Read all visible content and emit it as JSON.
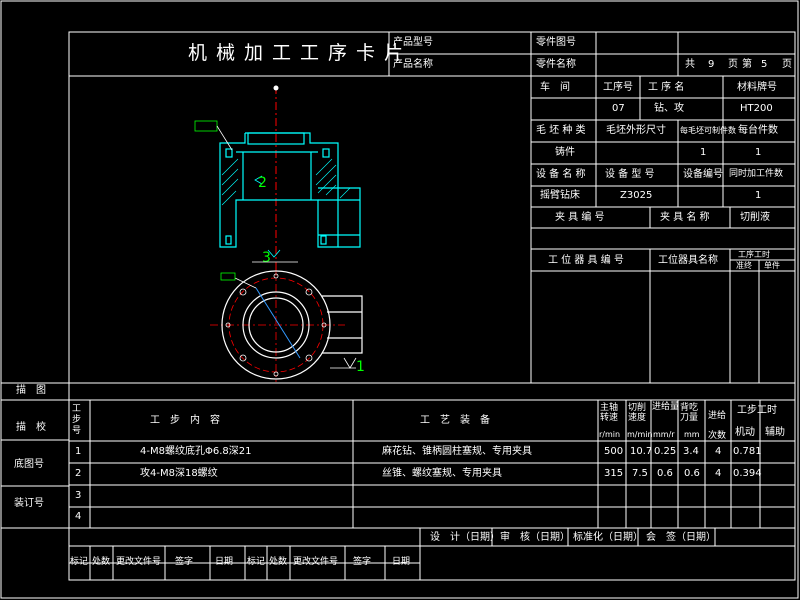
{
  "header": {
    "title": "机械加工工序卡片",
    "product_model_label": "产品型号",
    "product_name_label": "产品名称",
    "part_drawing_label": "零件图号",
    "part_name_label": "零件名称",
    "total_label": "共",
    "total_pages": "9",
    "page_label": "页",
    "sheet_label": "第",
    "sheet_no": "5",
    "sheet_unit": "页"
  },
  "info": {
    "workshop_label": "车　间",
    "op_no_label": "工序号",
    "op_name_label": "工 序 名",
    "material_label": "材料牌号",
    "op_no": "07",
    "op_name": "钻、攻",
    "material": "HT200",
    "blank_type_label": "毛 坯 种 类",
    "blank_size_label": "毛坯外形尺寸",
    "pieces_per_blank_label": "每毛坯可制件数",
    "pieces_per_machine_label": "每台件数",
    "blank_type": "铸件",
    "pieces_per_blank": "1",
    "pieces_per_machine": "1",
    "equip_name_label": "设 备 名 称",
    "equip_model_label": "设 备 型 号",
    "equip_no_label": "设备编号",
    "simul_label": "同时加工件数",
    "equip_name": "摇臂钻床",
    "equip_model": "Z3025",
    "simul": "1",
    "fixture_no_label": "夹 具 编 号",
    "fixture_name_label": "夹 具 名 称",
    "coolant_label": "切削液",
    "station_no_label": "工 位 器 具 编 号",
    "station_name_label": "工位器具名称",
    "op_time_label": "工序工时",
    "quota_label": "准终",
    "unit_label": "单件"
  },
  "drawing": {
    "callout_1": "1",
    "callout_2": "2",
    "callout_3": "3"
  },
  "steps_table": {
    "col_no": "工步号",
    "col_content": "工　步　内　容",
    "col_equipment": "工　艺　装　备",
    "col_speed": "主轴转速",
    "col_speed_unit": "r/min",
    "col_cut_speed": "切削速度",
    "col_cut_speed_unit": "m/min",
    "col_feed": "进给量",
    "col_feed_unit": "mm/r",
    "col_depth": "背吃刀量",
    "col_depth_unit": "mm",
    "col_passes": "进给次数",
    "col_time": "工步工时",
    "col_machine": "机动",
    "col_aux": "辅助",
    "rows": [
      {
        "no": "1",
        "content": "4-M8螺纹底孔Φ6.8深21",
        "equipment": "麻花钻、锥柄圆柱塞规、专用夹具",
        "speed": "500",
        "cut_speed": "10.7",
        "feed": "0.25",
        "depth": "3.4",
        "passes": "4",
        "machine": "0.781",
        "aux": ""
      },
      {
        "no": "2",
        "content": "攻4-M8深18螺纹",
        "equipment": "丝锥、螺纹塞规、专用夹具",
        "speed": "315",
        "cut_speed": "7.5",
        "feed": "0.6",
        "depth": "0.6",
        "passes": "4",
        "machine": "0.394",
        "aux": ""
      },
      {
        "no": "3",
        "content": "",
        "equipment": "",
        "speed": "",
        "cut_speed": "",
        "feed": "",
        "depth": "",
        "passes": "",
        "machine": "",
        "aux": ""
      },
      {
        "no": "4",
        "content": "",
        "equipment": "",
        "speed": "",
        "cut_speed": "",
        "feed": "",
        "depth": "",
        "passes": "",
        "machine": "",
        "aux": ""
      }
    ]
  },
  "left_margin": {
    "trace": "描　图",
    "check": "描　校",
    "base_drawing": "底图号",
    "binding": "装订号"
  },
  "signoff": {
    "design": "设　计（日期）",
    "review": "审　核（日期）",
    "standard": "标准化（日期）",
    "countersign": "会　签（日期）"
  },
  "bottom_row": {
    "mark": "标记",
    "count": "处数",
    "change_doc": "更改文件号",
    "sign": "签字",
    "date": "日期"
  },
  "colors": {
    "background": "#000000",
    "line": "#ffffff",
    "part": "#00ffff",
    "hatch": "#00ffff",
    "green": "#00ff00",
    "red": "#ff0000",
    "blue": "#3399ff",
    "magenta": "#ff00ff"
  }
}
